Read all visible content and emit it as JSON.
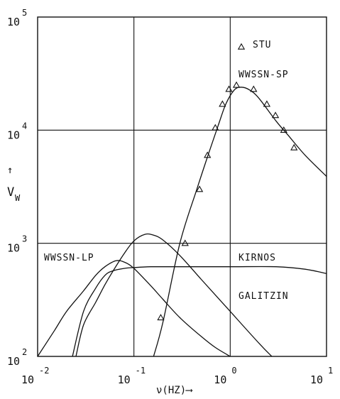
{
  "chart_data": {
    "type": "line",
    "x_scale": "log",
    "y_scale": "log",
    "xlim": [
      0.01,
      10
    ],
    "ylim": [
      100,
      100000
    ],
    "grid": true,
    "xlabel": "ν(HZ)⟶",
    "ylabel": "V",
    "ylabel_subscript": "W",
    "ylabel_arrow": "↑",
    "x_ticks": [
      {
        "value": 0.01,
        "base": "10",
        "exp": "-2"
      },
      {
        "value": 0.1,
        "base": "10",
        "exp": "-1"
      },
      {
        "value": 1,
        "base": "10",
        "exp": "0"
      },
      {
        "value": 10,
        "base": "10",
        "exp": "1"
      }
    ],
    "y_ticks": [
      {
        "value": 100,
        "base": "10",
        "exp": "2"
      },
      {
        "value": 1000,
        "base": "10",
        "exp": "3"
      },
      {
        "value": 10000,
        "base": "10",
        "exp": "4"
      },
      {
        "value": 100000,
        "base": "10",
        "exp": "5"
      }
    ],
    "series": [
      {
        "name": "WWSSN-SP",
        "x": [
          0.16,
          0.2,
          0.3,
          0.45,
          0.6,
          0.75,
          0.9,
          1.1,
          1.3,
          1.6,
          2.0,
          3.0,
          4.0,
          6.0,
          10.0
        ],
        "y": [
          100,
          200,
          1000,
          3000,
          6300,
          11000,
          17000,
          22600,
          24000,
          22600,
          19000,
          12000,
          9000,
          6000,
          3900
        ]
      },
      {
        "name": "WWSSN-LP",
        "x": [
          0.01,
          0.015,
          0.02,
          0.03,
          0.04,
          0.05,
          0.065,
          0.08,
          0.1,
          0.15,
          0.2,
          0.3,
          0.5,
          0.7,
          1.0
        ],
        "y": [
          100,
          170,
          250,
          380,
          520,
          620,
          700,
          680,
          600,
          420,
          320,
          220,
          150,
          120,
          100
        ]
      },
      {
        "name": "KIRNOS",
        "x": [
          0.023,
          0.03,
          0.04,
          0.05,
          0.06,
          0.08,
          0.1,
          0.15,
          0.3,
          1.0,
          3.0,
          6.0,
          10.0
        ],
        "y": [
          100,
          250,
          400,
          520,
          570,
          600,
          610,
          620,
          620,
          620,
          620,
          590,
          540
        ]
      },
      {
        "name": "GALITZIN",
        "x": [
          0.025,
          0.03,
          0.04,
          0.05,
          0.06,
          0.08,
          0.1,
          0.13,
          0.16,
          0.2,
          0.3,
          0.5,
          1.0,
          2.0,
          2.7
        ],
        "y": [
          100,
          190,
          300,
          430,
          560,
          820,
          1050,
          1200,
          1180,
          1070,
          780,
          480,
          250,
          130,
          100
        ]
      }
    ],
    "markers": {
      "name": "STU",
      "x": [
        0.19,
        0.34,
        0.48,
        0.58,
        0.7,
        0.83,
        0.97,
        1.16,
        1.75,
        2.4,
        2.95,
        3.6,
        4.6
      ],
      "y": [
        220,
        1000,
        3000,
        6000,
        10500,
        17000,
        23000,
        25000,
        23000,
        17000,
        13500,
        10000,
        7000
      ]
    },
    "annotations": {
      "stu_legend": "STU",
      "wwssn_sp": "WWSSN-SP",
      "wwssn_lp": "WWSSN-LP",
      "kirnos": "KIRNOS",
      "galitzin": "GALITZIN"
    }
  }
}
